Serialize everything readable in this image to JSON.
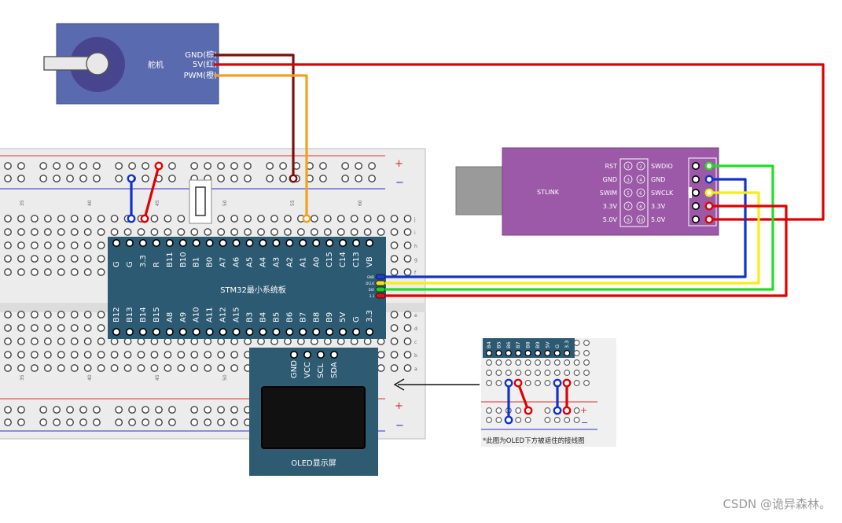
{
  "servo": {
    "label": "舵机",
    "pins": [
      "GND(棕)",
      "5V(红)",
      "PWM(橙)"
    ]
  },
  "stlink": {
    "label": "STLINK",
    "left_pins": [
      "RST",
      "GND",
      "SWIM",
      "3.3V",
      "5.0V"
    ],
    "right_pins": [
      "SWDIO",
      "GND",
      "SWCLK",
      "3.3V",
      "5.0V"
    ],
    "pin_numbers": [
      "1",
      "2",
      "3",
      "4",
      "5",
      "6",
      "7",
      "8",
      "9",
      "10"
    ]
  },
  "breadboard": {
    "plus": "+",
    "minus": "−",
    "col_numbers": [
      "35",
      "40",
      "45",
      "50",
      "55",
      "60"
    ],
    "row_letters_top": [
      "j",
      "i",
      "h",
      "g",
      "f"
    ],
    "row_letters_bottom": [
      "e",
      "d",
      "c",
      "b",
      "a"
    ]
  },
  "stm32": {
    "label": "STM32最小系统板",
    "top_pins": [
      "G",
      "G",
      "3.3",
      "R",
      "B11",
      "B10",
      "B1",
      "B0",
      "A7",
      "A6",
      "A5",
      "A4",
      "A3",
      "A2",
      "A1",
      "A0",
      "C15",
      "C14",
      "C13",
      "VB"
    ],
    "bottom_pins": [
      "B12",
      "B13",
      "B14",
      "B15",
      "A8",
      "A9",
      "A10",
      "A11",
      "A12",
      "A15",
      "B3",
      "B4",
      "B5",
      "B6",
      "B7",
      "B8",
      "B9",
      "5V",
      "G",
      "3.3"
    ],
    "swd_pins": [
      "GND",
      "DCLK",
      "DIO",
      "3.3"
    ]
  },
  "oled": {
    "label": "OLED显示屏",
    "pins": [
      "GND",
      "VCC",
      "SCL",
      "SDA"
    ]
  },
  "inset": {
    "pins": [
      "B4",
      "B5",
      "B6",
      "B7",
      "B8",
      "B9",
      "5V",
      "G",
      "3.3"
    ],
    "caption": "*此图为OLED下方被遮住的接线图",
    "plus": "+",
    "minus": "−"
  },
  "watermark": "CSDN @诡异森林。",
  "colors": {
    "servo_body": "#5a6aae",
    "servo_horn": "#46458e",
    "stlink_body": "#9b59a7",
    "stm32_board": "#2c5a72",
    "oled_board": "#2e5b72",
    "wire_brown": "#7a0f0f",
    "wire_red": "#e00000",
    "wire_orange": "#f2a020",
    "wire_blue": "#1133cc",
    "wire_yellow": "#f5ee10",
    "wire_green": "#22dd22"
  }
}
